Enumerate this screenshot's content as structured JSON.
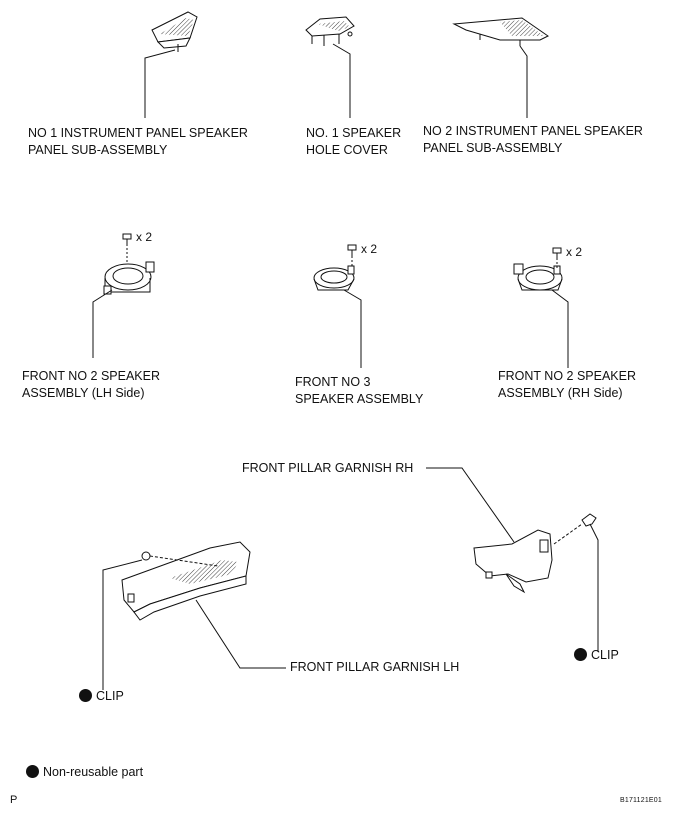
{
  "labels": {
    "no1_panel": [
      "NO  1 INSTRUMENT PANEL SPEAKER",
      "PANEL SUB-ASSEMBLY"
    ],
    "no1_cover": [
      "NO. 1 SPEAKER",
      "HOLE COVER"
    ],
    "no2_panel": [
      "NO  2 INSTRUMENT PANEL SPEAKER",
      "PANEL SUB-ASSEMBLY"
    ],
    "front_no2_lh": [
      "FRONT NO  2 SPEAKER",
      "ASSEMBLY (LH Side)"
    ],
    "front_no3": [
      "FRONT NO  3",
      "SPEAKER ASSEMBLY"
    ],
    "front_no2_rh": [
      "FRONT NO  2 SPEAKER",
      "ASSEMBLY (RH Side)"
    ],
    "pillar_rh": "FRONT PILLAR GARNISH RH",
    "pillar_lh": "FRONT PILLAR GARNISH LH",
    "clip_lh": "CLIP",
    "clip_rh": "CLIP"
  },
  "quantities": {
    "lh": "x 2",
    "center": "x 2",
    "rh": "x 2"
  },
  "legend": {
    "text": "Non-reusable part",
    "marker": "filled-circle"
  },
  "footer": {
    "left": "P",
    "code": "B171121E01"
  }
}
